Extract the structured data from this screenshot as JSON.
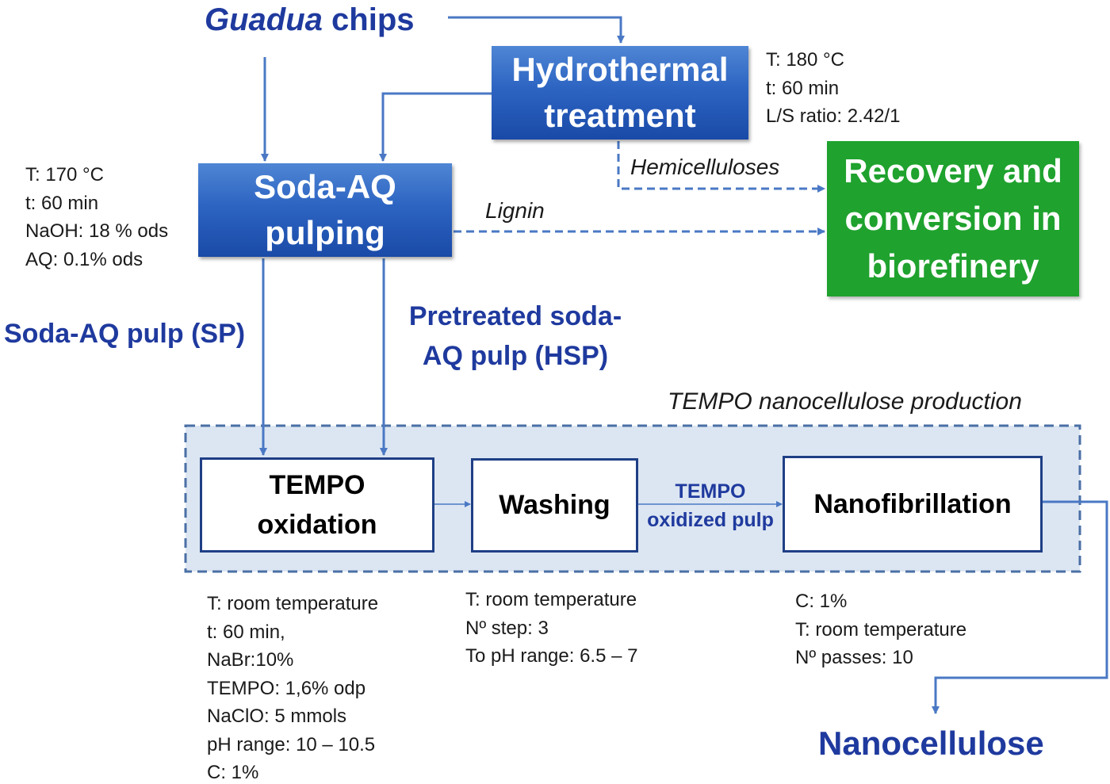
{
  "source": {
    "italic_part": "Guadua",
    "rest": "chips"
  },
  "boxes": {
    "hydrothermal": "Hydrothermal treatment",
    "soda_aq": "Soda-AQ pulping",
    "recovery": "Recovery and conversion in biorefinery",
    "tempo_oxidation": "TEMPO oxidation",
    "washing": "Washing",
    "nanofibrillation": "Nanofibrillation"
  },
  "flow_labels": {
    "hemicelluloses": "Hemicelluloses",
    "lignin": "Lignin",
    "soda_pulp": "Soda-AQ pulp (SP)",
    "pretreated_pulp": "Pretreated soda-AQ pulp (HSP)",
    "tempo_oxidized_pulp": "TEMPO oxidized pulp",
    "panel_title": "TEMPO nanocellulose production",
    "product": "Nanocellulose"
  },
  "conditions": {
    "hydrothermal": [
      "T: 180 °C",
      "t: 60 min",
      "L/S ratio: 2.42/1"
    ],
    "soda_aq": [
      "T: 170 °C",
      "t: 60 min",
      "NaOH: 18 % ods",
      "AQ: 0.1% ods"
    ],
    "tempo_oxidation": [
      "T: room temperature",
      "t: 60 min,",
      "NaBr:10%",
      "TEMPO: 1,6% odp",
      "NaClO: 5 mmols",
      "pH range: 10 – 10.5",
      "C: 1%"
    ],
    "washing": [
      "T: room temperature",
      "Nº step: 3",
      "To pH range: 6.5 – 7"
    ],
    "nanofibrillation": [
      "C: 1%",
      "T: room temperature",
      "Nº passes: 10"
    ]
  },
  "colors": {
    "box_blue": "#2d64c2",
    "box_green": "#1fa22e",
    "arrow_blue": "#4a78c4",
    "label_navy": "#1f3a9e",
    "panel_fill": "#dce6f2"
  }
}
